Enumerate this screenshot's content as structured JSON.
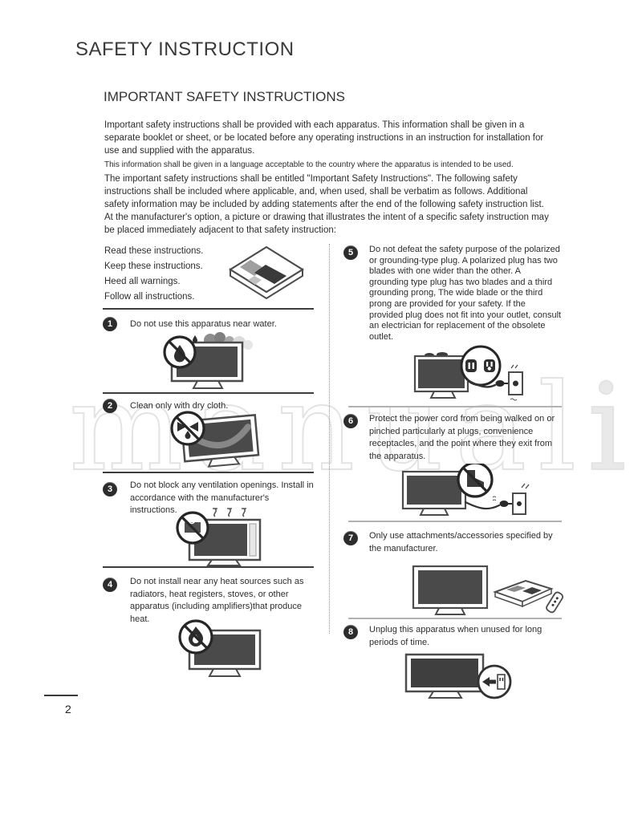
{
  "page": {
    "title": "SAFETY INSTRUCTION",
    "page_number": "2",
    "watermark": {
      "outline": "manual",
      "filled": "i"
    }
  },
  "section": {
    "heading": "IMPORTANT SAFETY INSTRUCTIONS",
    "intro_paragraph": "Important safety instructions shall be provided with each apparatus. This information shall be given in a separate booklet or sheet, or be located before any operating instructions in an instruction for installation for use and supplied with the apparatus.",
    "intro_note": "This information shall be given in a language acceptable to the country where the apparatus is intended to be used.",
    "intro_paragraph2": "The important safety instructions shall be entitled \"Important Safety Instructions\". The following safety instructions shall be included where applicable, and, when used, shall be verbatim as follows. Additional safety information may be included by adding statements after the end of the following safety instruction list. At the manufacturer's option, a picture or drawing that illustrates the intent of a specific safety instruction may be placed immediately adjacent to that safety instruction:"
  },
  "basic_instructions": {
    "lines": [
      "Read these instructions.",
      "Keep these instructions.",
      "Heed all warnings.",
      "Follow all instructions."
    ],
    "icon": "book-icon"
  },
  "instructions": [
    {
      "number": "1",
      "text": "Do not use this apparatus near water.",
      "icon": "no-water-tv-icon"
    },
    {
      "number": "2",
      "text": "Clean only with dry cloth.",
      "icon": "no-spray-tv-icon"
    },
    {
      "number": "3",
      "text": "Do not block any ventilation openings. Install in accordance with the manufacturer's instructions.",
      "icon": "no-cover-vents-tv-icon"
    },
    {
      "number": "4",
      "text": "Do not install near any heat sources such as radiators, heat registers, stoves, or other apparatus (including amplifiers)that produce heat.",
      "icon": "no-heat-tv-icon"
    },
    {
      "number": "5",
      "text": "Do not defeat the safety purpose of the polarized or grounding-type plug. A polarized plug has two blades with one wider than the other. A grounding type plug has two blades and a third grounding prong, The wide blade or the third prong are provided for your safety. If the provided plug does not fit into your outlet, consult an electrician for replacement of the obsolete outlet.",
      "icon": "polarized-plug-tv-icon"
    },
    {
      "number": "6",
      "text": "Protect the power cord from being walked on or pinched particularly at plugs, convenience receptacles, and the point where they exit from the apparatus.",
      "icon": "no-step-cord-tv-icon"
    },
    {
      "number": "7",
      "text": "Only use attachments/accessories specified by the manufacturer.",
      "icon": "accessories-tv-icon"
    },
    {
      "number": "8",
      "text": "Unplug this apparatus when unused for long periods of time.",
      "icon": "unplug-tv-icon"
    }
  ],
  "colors": {
    "text": "#2d2d2d",
    "badge_background": "#2c2c2c",
    "watermark": "#e3e3e3",
    "separator_dark": "#3d3d3d",
    "separator_light": "#b3b3b3",
    "illustration_dark": "#4a4a4a"
  }
}
